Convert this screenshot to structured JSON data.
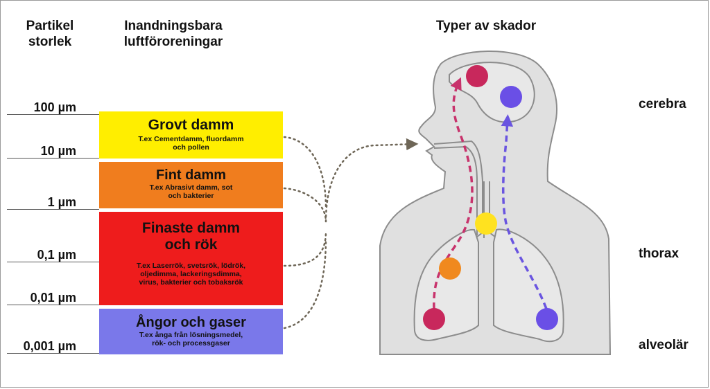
{
  "headers": {
    "particle_size": [
      "Partikel",
      "storlek"
    ],
    "pollutants": [
      "Inandningsbara",
      "luftföroreningar"
    ],
    "damage_types": "Typer av skador"
  },
  "size_scale": [
    "100 µm",
    "10 µm",
    "1 µm",
    "0,1 µm",
    "0,01 µm",
    "0,001 µm"
  ],
  "pollutant_boxes": [
    {
      "title": "Grovt damm",
      "description": [
        "T.ex Cementdamm, fluordamm",
        "och pollen"
      ],
      "color": "#ffee00"
    },
    {
      "title": "Fint damm",
      "description": [
        "T.ex Abrasivt damm, sot",
        "och bakterier"
      ],
      "color": "#f07d1e"
    },
    {
      "title": [
        "Finaste damm",
        "och rök"
      ],
      "description": [
        "T.ex Laserrök, svetsrök, lödrök,",
        "oljedimma, lackeringsdimma,",
        "virus, bakterier och tobaksrök"
      ],
      "color": "#ee1c1c"
    },
    {
      "title": "Ångor och gaser",
      "description": [
        "T.ex ånga från lösningsmedel,",
        "rök- och processgaser"
      ],
      "color": "#7a78ea"
    }
  ],
  "regions": [
    "cerebra",
    "thorax",
    "alveolär"
  ],
  "colors": {
    "magenta_path": "#c8336c",
    "purple_path": "#6a55e0",
    "dot_magenta": "#c8285c",
    "dot_purple": "#6a4fe6",
    "dot_yellow": "#ffe21f",
    "dot_orange": "#f0891e",
    "body_fill": "#e0e0e0",
    "body_outline": "#8c8c8c"
  }
}
